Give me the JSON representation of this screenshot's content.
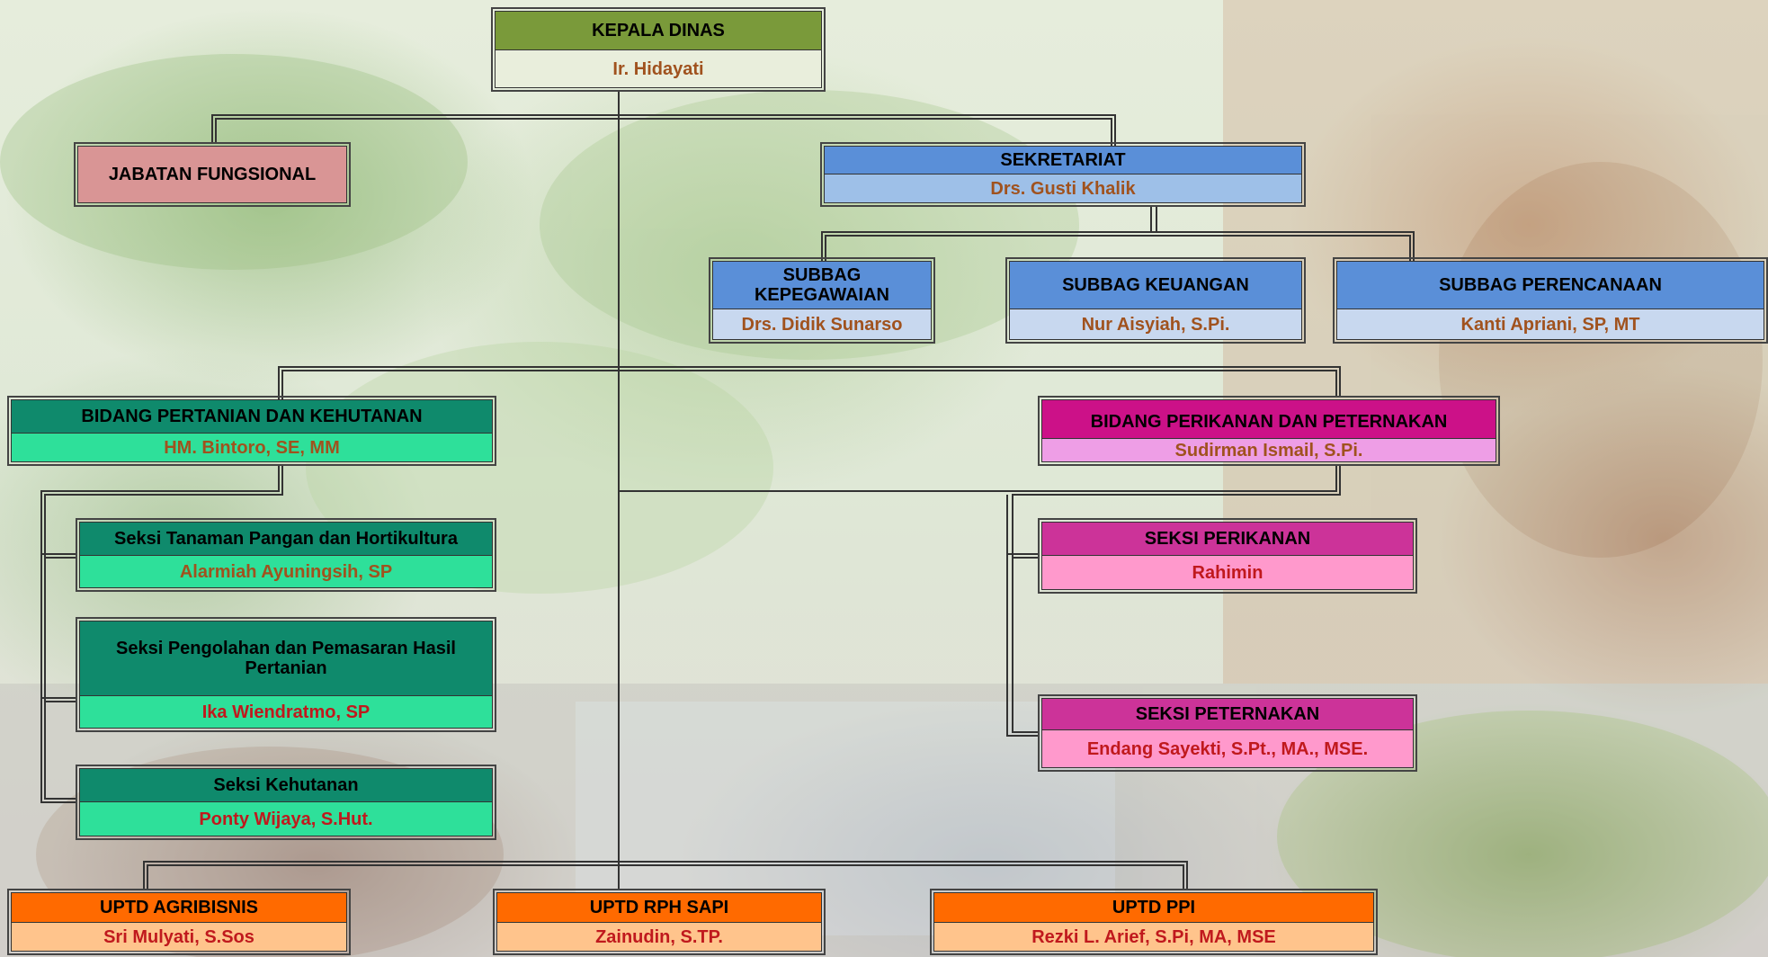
{
  "colors": {
    "olive_header": "#7a9a3a",
    "olive_body": "#e9eedc",
    "pink_box": "#d99595",
    "blue_header": "#5a8fd8",
    "blue_body": "#c8d8ef",
    "blue_body_sek": "#9ec0e8",
    "teal_header": "#0f8a6c",
    "teal_body": "#2ee09a",
    "magenta_header": "#cc1188",
    "magenta_body": "#ee9ee6",
    "pink_header": "#cc3399",
    "pink_body": "#ff99cc",
    "orange_header": "#ff6a00",
    "orange_body": "#ffc48c",
    "name_brown": "#a0521e",
    "name_red": "#c0191d"
  },
  "chart": {
    "kepala": {
      "title": "KEPALA DINAS",
      "name": "Ir. Hidayati"
    },
    "fungsional": {
      "title": "JABATAN FUNGSIONAL"
    },
    "sekretariat": {
      "title": "SEKRETARIAT",
      "name": "Drs. Gusti Khalik"
    },
    "subbag_kepegawaian": {
      "title": "SUBBAG KEPEGAWAIAN",
      "name": "Drs. Didik Sunarso"
    },
    "subbag_keuangan": {
      "title": "SUBBAG KEUANGAN",
      "name": "Nur Aisyiah, S.Pi."
    },
    "subbag_perencanaan": {
      "title": "SUBBAG PERENCANAAN",
      "name": "Kanti Apriani, SP, MT"
    },
    "bidang_pertanian": {
      "title": "BIDANG PERTANIAN DAN KEHUTANAN",
      "name": "HM. Bintoro, SE, MM"
    },
    "bidang_perikanan": {
      "title": "BIDANG PERIKANAN DAN PETERNAKAN",
      "name": "Sudirman Ismail, S.Pi."
    },
    "seksi_tanaman": {
      "title": "Seksi Tanaman Pangan dan Hortikultura",
      "name": "Alarmiah Ayuningsih, SP"
    },
    "seksi_pengolahan": {
      "title": "Seksi Pengolahan dan Pemasaran Hasil Pertanian",
      "name": "Ika Wiendratmo, SP"
    },
    "seksi_kehutanan": {
      "title": "Seksi Kehutanan",
      "name": "Ponty Wijaya, S.Hut."
    },
    "seksi_perikanan": {
      "title": "SEKSI PERIKANAN",
      "name": "Rahimin"
    },
    "seksi_peternakan": {
      "title": "SEKSI PETERNAKAN",
      "name": "Endang Sayekti, S.Pt., MA., MSE."
    },
    "uptd_agribisnis": {
      "title": "UPTD AGRIBISNIS",
      "name": "Sri Mulyati, S.Sos"
    },
    "uptd_rph": {
      "title": "UPTD RPH SAPI",
      "name": "Zainudin, S.TP."
    },
    "uptd_ppi": {
      "title": "UPTD PPI",
      "name": "Rezki L. Arief,  S.Pi, MA, MSE"
    }
  }
}
